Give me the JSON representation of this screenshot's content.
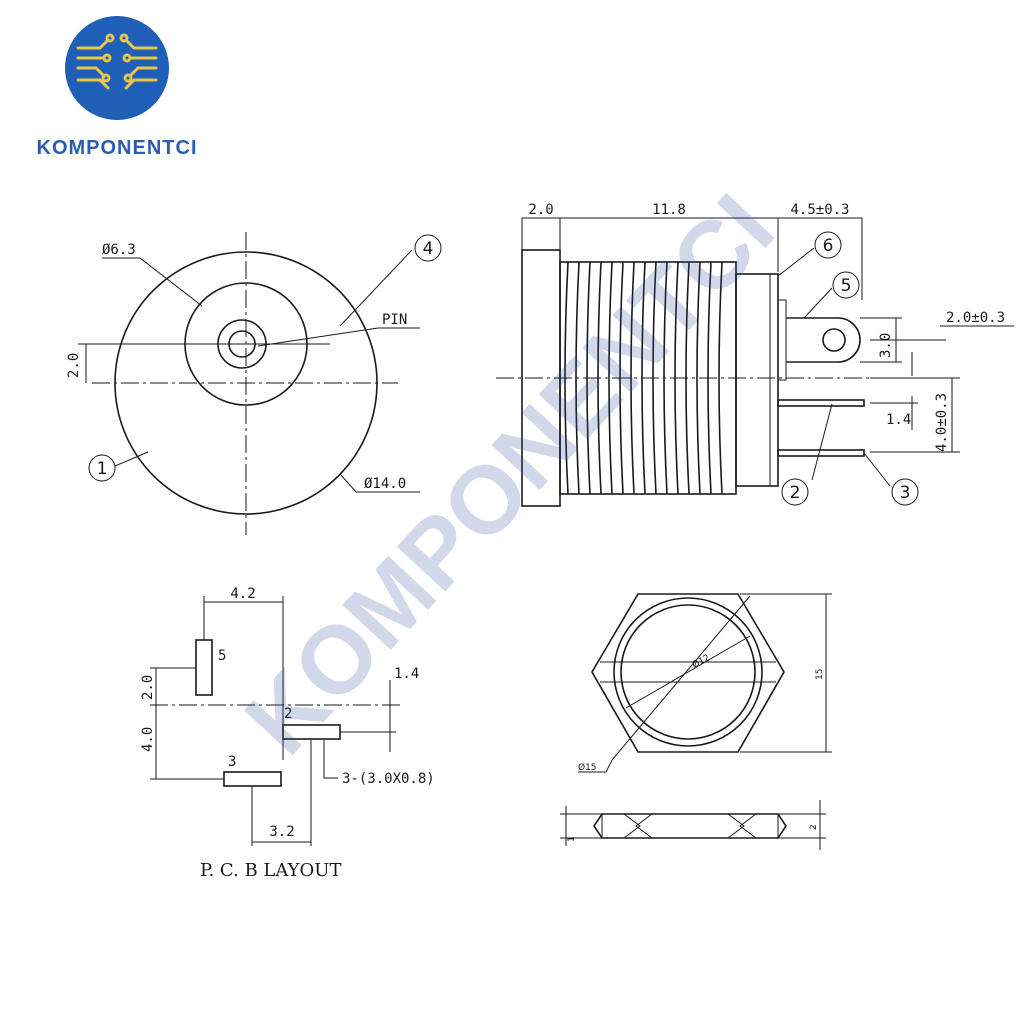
{
  "brand": {
    "name": "KOMPONENTCI",
    "watermark": "KOMPONENTCI",
    "logo_color": "#1f5fb8",
    "text_color": "#2a5db0"
  },
  "front_view": {
    "dia_inner": "Ø6.3",
    "dia_outer": "Ø14.0",
    "offset": "2.0",
    "pin_label": "PIN",
    "callout_body": "1",
    "callout_pin": "4"
  },
  "side_view": {
    "dim_flange": "2.0",
    "dim_thread": "11.8",
    "dim_rear": "4.5±0.3",
    "dim_tab_height": "3.0",
    "dim_tab_offset": "2.0±0.3",
    "dim_pin_spacing": "4.0±0.3",
    "dim_pin_gap": "1.4",
    "callout_6": "6",
    "callout_5": "5",
    "callout_2": "2",
    "callout_3": "3"
  },
  "pcb_layout": {
    "title": "P. C. B  LAYOUT",
    "dim_width": "4.2",
    "dim_pad5_offset": "2.0",
    "dim_pad2_offset": "1.4",
    "dim_vertical": "4.0",
    "dim_bottom": "3.2",
    "pad_size_note": "3-(3.0X0.8)",
    "pad_5": "5",
    "pad_2": "2",
    "pad_3": "3"
  },
  "nut": {
    "dim_inner": "Ø12",
    "dim_outer": "Ø15",
    "dim_height": "15",
    "dim_thickness": "2",
    "dim_edge": "1"
  }
}
